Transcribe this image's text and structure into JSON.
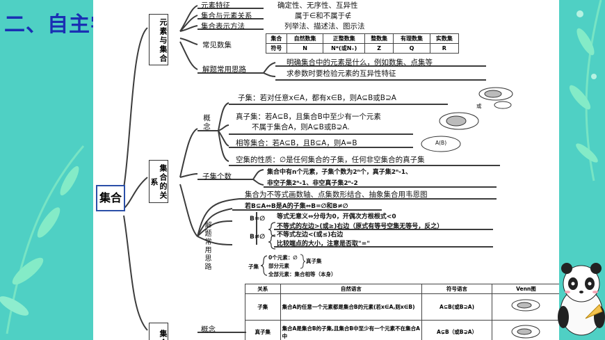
{
  "title": "二、自主学习",
  "colors": {
    "background": "#4fd0c4",
    "title": "#1a2fb3",
    "doc": "#ffffff",
    "branch": "#3c3c3c"
  },
  "root": {
    "label": "集合"
  },
  "sec1": {
    "label": "元素与集合",
    "rows": [
      {
        "head": "元素特征",
        "body": "确定性、无序性、互异性"
      },
      {
        "head": "集合与元素关系",
        "body": "属于∈和不属于∉"
      },
      {
        "head": "集合表示方法",
        "body": "列举法、描述法、图示法"
      },
      {
        "head": "常见数集",
        "body": ""
      },
      {
        "head": "解题常用思路",
        "body": "明确集合中的元素是什么，例如数集、点集等"
      }
    ],
    "extra": "求参数时要检验元素的互异性特征",
    "numsets": {
      "header": [
        "集合",
        "自然数集",
        "正整数集",
        "整数集",
        "有理数集",
        "实数集"
      ],
      "symbols": [
        "符号",
        "N",
        "N*(或N₊)",
        "Z",
        "Q",
        "R"
      ]
    }
  },
  "sec2": {
    "label": "集合的关系",
    "concept": "概念",
    "subset": "子集：若对任意x∈A，都有x∈B，则A⊆B或B⊇A",
    "proper1": "真子集：若A⊆B，且集合B中至少有一个元素",
    "proper2": "不属于集合A，则A⊊B或B⊋A.",
    "equal": "相等集合：若A⊆B，且B⊆A，则A=B",
    "empty": "空集的性质：∅是任何集合的子集，任何非空集合的真子集",
    "count_head": "子集个数",
    "count1": "集合中有n个元素，子集个数为2ⁿ个，真子集2ⁿ-1、",
    "count2": "非空子集2ⁿ-1、非空真子集2ⁿ-2",
    "method_head": "解题常用思路",
    "m1": "集合为不等式画数轴、点集数形结合、抽象集合用韦恩图",
    "m2": "若B⊆A⇔B是A的子集⇔B=∅和B≠∅",
    "m3a": "等式无意义⇔分母为0，开偶次方根根式<0",
    "m3b": "不等式的左边>(或≥)右边（原式有等号空集无等号，反之）",
    "m3label": "B=∅",
    "m4a": "不等式左边<(或≤)右边",
    "m4b": "比较端点的大小，注意是否取\"=\"",
    "m4label": "B≠∅",
    "venn1": "或",
    "venn_ab": "A(B)",
    "sub_head": "子集",
    "sub1": "0个元素：∅",
    "sub2": "部分元素",
    "sub3": "全部元素：集合相等（本身）",
    "sub_right": "真子集"
  },
  "reltable": {
    "header": [
      "关系",
      "自然语言",
      "符号语言",
      "Venn图"
    ],
    "rows": [
      {
        "rel": "子集",
        "nat": "集合A的任意一个元素都是集合B的元素(若x∈A,则x∈B)",
        "sym": "A⊆B(或B⊇A)"
      },
      {
        "rel": "真子集",
        "nat": "集合A是集合B的子集,且集合B中至少有一个元素不在集合A中",
        "sym": "A⊊B（或B⊋A）"
      }
    ]
  },
  "sec3": {
    "label": "集合",
    "concept": "概念"
  }
}
